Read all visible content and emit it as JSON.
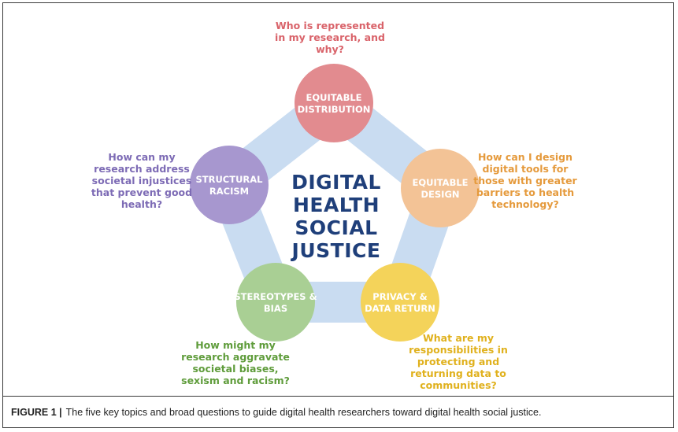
{
  "diagram": {
    "center_lines": [
      "DIGITAL",
      "HEALTH",
      "SOCIAL",
      "JUSTICE"
    ],
    "nodes": [
      {
        "id": "distribution",
        "lines": [
          "EQUITABLE",
          "DISTRIBUTION"
        ],
        "color": "#e28b8f"
      },
      {
        "id": "design",
        "lines": [
          "EQUITABLE",
          "DESIGN"
        ],
        "color": "#f3c396"
      },
      {
        "id": "privacy",
        "lines": [
          "PRIVACY &",
          "DATA RETURN"
        ],
        "color": "#f4d35a"
      },
      {
        "id": "stereotypes",
        "lines": [
          "STEREOTYPES &",
          "BIAS"
        ],
        "color": "#a9cf94"
      },
      {
        "id": "racism",
        "lines": [
          "STRUCTURAL",
          "RACISM"
        ],
        "color": "#a797cf"
      }
    ],
    "questions": [
      {
        "id": "distribution",
        "lines": [
          "Who is represented",
          "in my research, and",
          "why?"
        ],
        "color": "#d9636a"
      },
      {
        "id": "design",
        "lines": [
          "How can I design",
          "digital tools for",
          "those with greater",
          "barriers to health",
          "technology?"
        ],
        "color": "#e59a3c"
      },
      {
        "id": "privacy",
        "lines": [
          "What are my",
          "responsibilities in",
          "protecting and",
          "returning data to",
          "communities?"
        ],
        "color": "#e0b11d"
      },
      {
        "id": "stereotypes",
        "lines": [
          "How might my",
          "research aggravate",
          "societal biases,",
          "sexism and racism?"
        ],
        "color": "#5f9c3b"
      },
      {
        "id": "racism",
        "lines": [
          "How can my",
          "research address",
          "societal injustices",
          "that prevent good",
          "health?"
        ],
        "color": "#7d6bb5"
      }
    ],
    "band_color": "#c9dcf1"
  },
  "caption": {
    "label": "FIGURE 1 |",
    "text": "The five key topics and broad questions to guide digital health researchers toward digital health social justice."
  }
}
